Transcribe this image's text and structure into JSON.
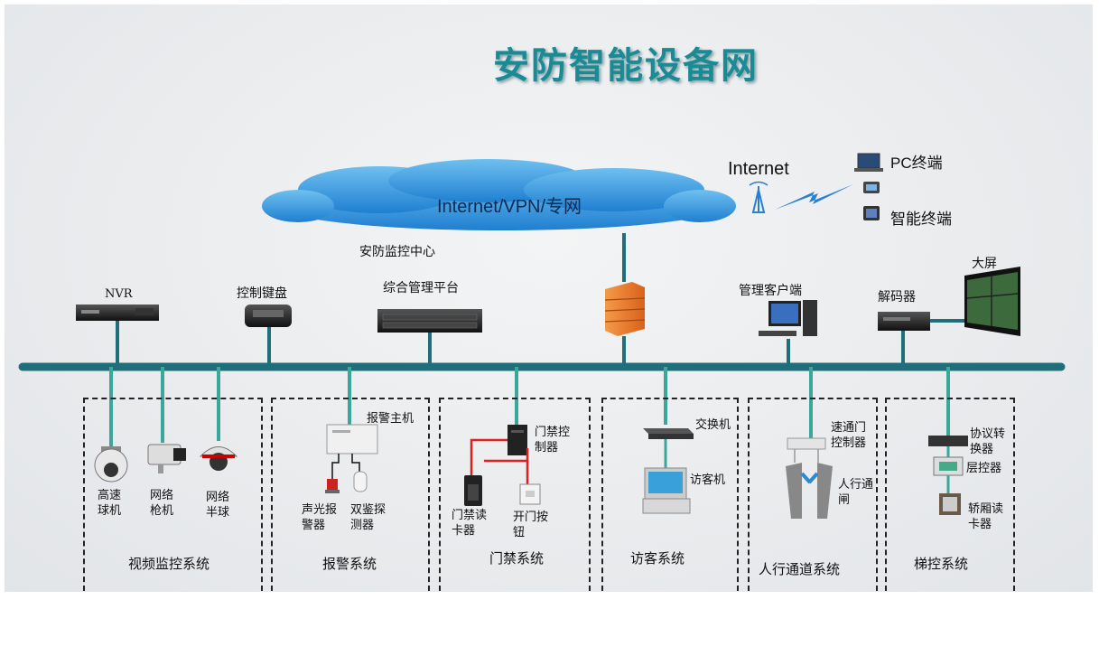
{
  "title": "安防智能设备网",
  "cloud_label": "Internet/VPN/专网",
  "internet_label": "Internet",
  "terminals": {
    "pc": "PC终端",
    "smart": "智能终端"
  },
  "center_label": "安防监控中心",
  "top_devices": {
    "nvr": "NVR",
    "keyboard": "控制键盘",
    "platform": "综合管理平台",
    "client": "管理客户端",
    "decoder": "解码器",
    "screen": "大屏"
  },
  "video": {
    "dome": "高速球机",
    "box_camera": "网络枪机",
    "hemisphere": "网络半球",
    "name": "视频监控系统"
  },
  "alarm": {
    "host": "报警主机",
    "siren": "声光报警器",
    "detector": "双鉴探测器",
    "name": "报警系统"
  },
  "access": {
    "controller": "门禁控制器",
    "reader": "门禁读卡器",
    "button": "开门按钮",
    "name": "门禁系统"
  },
  "visitor": {
    "switch": "交换机",
    "kiosk": "访客机",
    "name": "访客系统"
  },
  "passage": {
    "gate_controller": "速通门控制器",
    "gate": "人行通闸",
    "name": "人行通道系统"
  },
  "elevator": {
    "converter": "协议转换器",
    "floor_controller": "层控器",
    "car_reader": "轿厢读卡器",
    "name": "梯控系统"
  },
  "colors": {
    "title": "#1a8a95",
    "bus": "#1f6f7a",
    "drop": "#3aa79a",
    "cloud": "#2f94d8",
    "firewall": "#e3782a",
    "wire_red": "#e02020"
  }
}
